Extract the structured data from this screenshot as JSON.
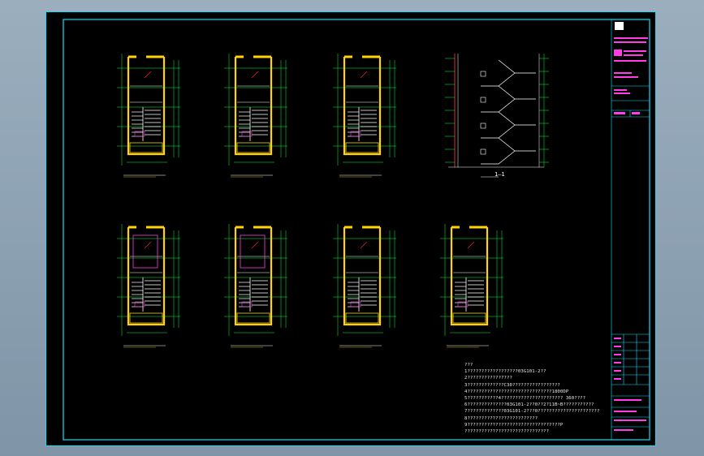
{
  "colors": {
    "background": "#000000",
    "frame": "#00e5ff",
    "wall": "#ffd400",
    "dim": "#00ff3c",
    "stair": "#ffffff",
    "accent": "#ff3ce6",
    "axis": "#ff2b2b"
  },
  "section": {
    "title": "1—1"
  },
  "notes": {
    "heading": "???",
    "lines": [
      "1??????????????????03G101-2??",
      "2????????????????",
      "3?????????????C30?????????????????",
      "4??????????????????????????????1800DP",
      "5???????????4?????????????????????? 360????",
      "6??????????????03G101-2??0??2?11B~B???????????",
      "7?????????????03G101-2???0??????????????????????",
      "8?????????????????????????",
      "9?????????????????????????????????P",
      "??????????????????????????????"
    ]
  }
}
